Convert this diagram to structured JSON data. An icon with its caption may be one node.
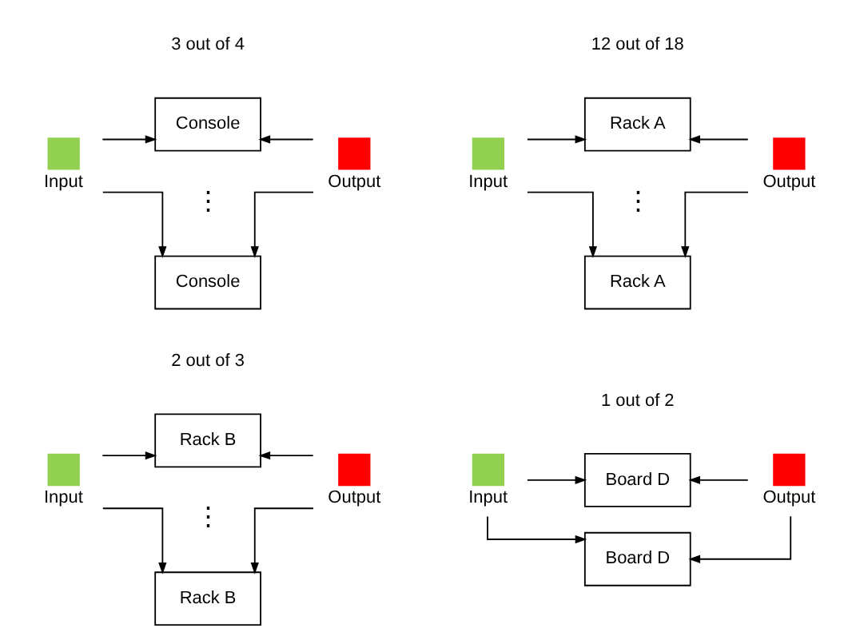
{
  "diagram": {
    "nodes": [
      {
        "text": [],
        "shape": "box",
        "beside": [
          "Input"
        ]
      },
      {
        "text": [
          "Console"
        ]
      },
      {
        "text": [
          "Console"
        ]
      },
      {
        "text": [],
        "shape": "box",
        "beside": [
          "Output"
        ]
      },
      {
        "text": [],
        "shape": "box",
        "beside": [
          "Input"
        ]
      },
      {
        "text": [
          "Rack A"
        ]
      },
      {
        "text": [
          "Rack A"
        ]
      },
      {
        "text": [],
        "shape": "box",
        "beside": [
          "Output"
        ]
      },
      {
        "text": [],
        "shape": "box",
        "beside": [
          "Input"
        ]
      },
      {
        "text": [
          "Rack B"
        ]
      },
      {
        "text": [
          "Rack B"
        ]
      },
      {
        "text": [],
        "shape": "box",
        "beside": [
          "Output"
        ]
      },
      {
        "text": [],
        "shape": "box",
        "beside": [
          "Input"
        ]
      },
      {
        "text": [
          "Board D"
        ]
      },
      {
        "text": [
          "Board D"
        ]
      },
      {
        "text": [],
        "shape": "box",
        "beside": [
          "Output"
        ]
      }
    ],
    "edges": [
      {
        "from": 0,
        "to": 1,
        "arrow": "to"
      },
      {
        "from": 0,
        "to": 2,
        "arrow": "to"
      },
      {
        "from": 3,
        "to": 1,
        "arrow": "to"
      },
      {
        "from": 3,
        "to": 2,
        "arrow": "to"
      },
      {
        "from": 4,
        "to": 5,
        "arrow": "to"
      },
      {
        "from": 4,
        "to": 6,
        "arrow": "to"
      },
      {
        "from": 7,
        "to": 5,
        "arrow": "to"
      },
      {
        "from": 7,
        "to": 6,
        "arrow": "to"
      },
      {
        "from": 8,
        "to": 9,
        "arrow": "to"
      },
      {
        "from": 8,
        "to": 10,
        "arrow": "to"
      },
      {
        "from": 11,
        "to": 9,
        "arrow": "to"
      },
      {
        "from": 11,
        "to": 10,
        "arrow": "to"
      },
      {
        "from": 12,
        "to": 13,
        "arrow": "to"
      },
      {
        "from": 12,
        "to": 14,
        "arrow": "to"
      },
      {
        "from": 15,
        "to": 13,
        "arrow": "to"
      },
      {
        "from": 15,
        "to": 14,
        "arrow": "to"
      }
    ],
    "labels": [
      "3 out of 4",
      "⋮",
      "12 out of 18",
      "⋮",
      "2 out of 3",
      "⋮",
      "1 out of 2"
    ]
  }
}
